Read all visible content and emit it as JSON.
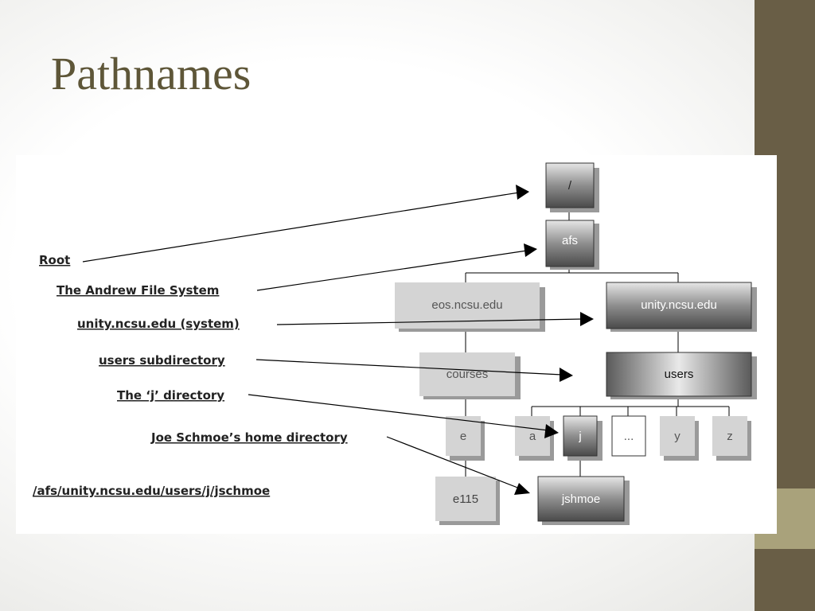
{
  "slide": {
    "title": "Pathnames"
  },
  "labels": {
    "root": "Root",
    "afs": "The Andrew File System",
    "unity": "unity.ncsu.edu (system)",
    "users": "users subdirectory",
    "j": "The ‘j’ directory",
    "home": "Joe Schmoe’s home directory",
    "path": "/afs/unity.ncsu.edu/users/j/jschmoe"
  },
  "nodes": {
    "root": "/",
    "afs": "afs",
    "eos": "eos.ncsu.edu",
    "unity": "unity.ncsu.edu",
    "courses": "courses",
    "users": "users",
    "e": "e",
    "e115": "e115",
    "a": "a",
    "j": "j",
    "ellipsis": "...",
    "y": "y",
    "z": "z",
    "jshmoe": "jshmoe"
  },
  "colors": {
    "sidebar": "#695e46",
    "accent": "#a9a27b",
    "title": "#5e5638"
  }
}
